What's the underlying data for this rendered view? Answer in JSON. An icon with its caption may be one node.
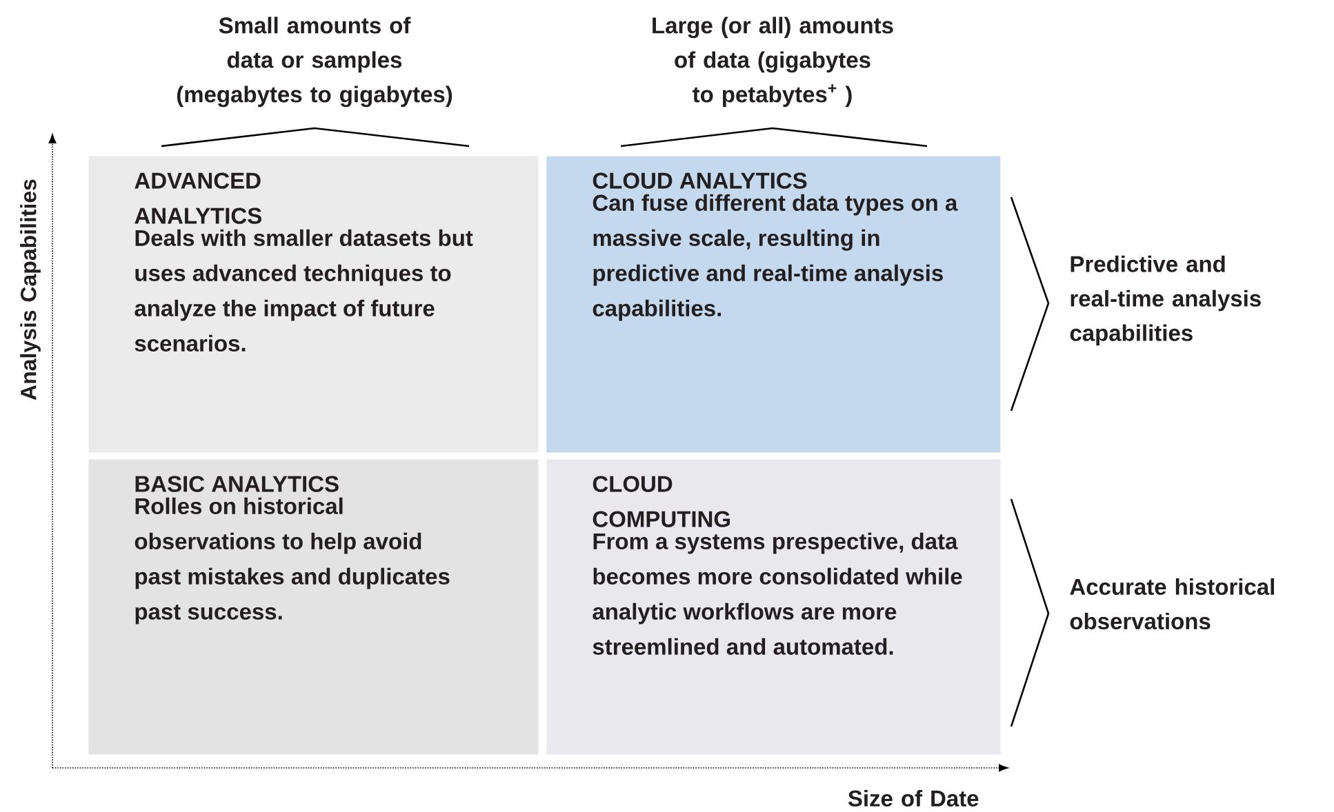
{
  "diagram": {
    "nodes": [
      {
        "text": [
          "ADVANCED ANALYTICS",
          "Deals with smaller datasets but uses advanced techniques to analyze the impact of future scenarios."
        ]
      },
      {
        "text": [
          "CLOUD ANALYTICS",
          "Can fuse different data types on a massive scale, resulting in predictive and real-time analysis capabilities."
        ]
      },
      {
        "text": [
          "BASIC ANALYTICS",
          "Rolles on historical observations to help avoid past mistakes and duplicates past success."
        ]
      },
      {
        "text": [
          "CLOUD COMPUTING",
          "From a systems prespective, data becomes more consolidated while analytic workflows are more streemlined and automated."
        ]
      }
    ],
    "labels": [
      "Small amounts of data or samples (megabytes to gigabytes)",
      "Large (or all) amounts of data (gigabytes to petabytes$^{+}$ )",
      "Analysis Capabilities",
      "Predictive and real-time analysis capabilities",
      "Accurate historical observations",
      "Size of Date"
    ]
  }
}
